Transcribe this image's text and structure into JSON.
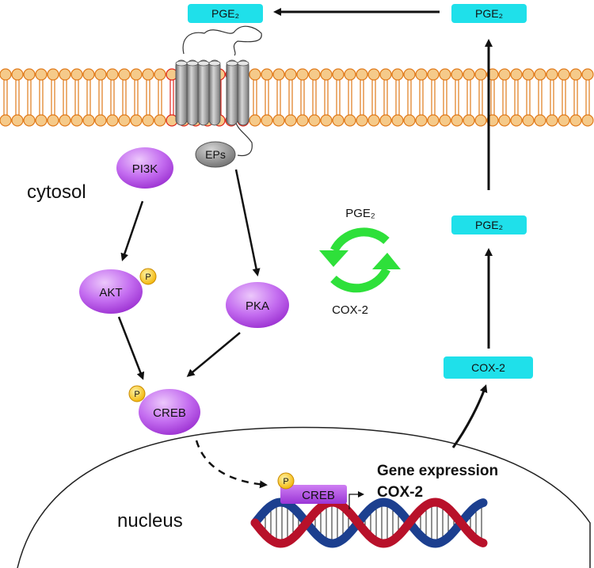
{
  "labels": {
    "pge2_top_left": "PGE₂",
    "pge2_top_right": "PGE₂",
    "pge2_mid_right": "PGE₂",
    "cox2_box": "COX-2",
    "cytosol": "cytosol",
    "nucleus": "nucleus",
    "eps": "EPs",
    "pi3k": "PI3K",
    "akt": "AKT",
    "pka": "PKA",
    "creb_cytosol": "CREB",
    "creb_nucleus": "CREB",
    "phospho": "P",
    "cycle_top": "PGE₂",
    "cycle_bottom": "COX-2",
    "gene_expression": "Gene expression",
    "gene_cox2": "COX-2"
  },
  "colors": {
    "membrane": "#f5ca8a",
    "membrane_stroke": "#e07a1a",
    "receptor": "#9c9c9c",
    "receptor_contact": "#e0261b",
    "kinase": "#b13fe0",
    "tag_fill": "#1fe0ea",
    "phospho": "#f5c518",
    "cycle_arrow": "#2ee03a",
    "dna_red": "#b8112a",
    "dna_blue": "#1c3f8f",
    "arrow": "#111111"
  }
}
